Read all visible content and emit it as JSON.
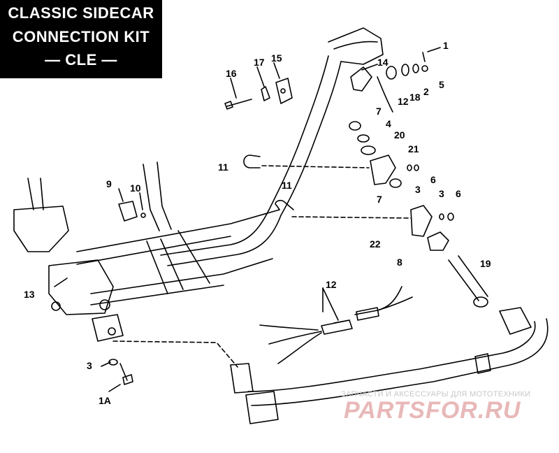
{
  "title": {
    "line1": "CLASSIC SIDECAR",
    "line2": "CONNECTION KIT",
    "line3": "— CLE —"
  },
  "callouts": {
    "c1": "1",
    "c5": "5",
    "c2": "2",
    "c18": "18",
    "c12a": "12",
    "c14": "14",
    "c15": "15",
    "c17": "17",
    "c16": "16",
    "c7a": "7",
    "c4": "4",
    "c20": "20",
    "c21": "21",
    "c6a": "6",
    "c3a": "3",
    "c7b": "7",
    "c11a": "11",
    "c11b": "11",
    "c9": "9",
    "c10": "10",
    "c3b": "3",
    "c6b": "6",
    "c22": "22",
    "c8": "8",
    "c19": "19",
    "c12b": "12",
    "c13": "13",
    "c3c": "3",
    "c1a": "1A"
  },
  "watermark": {
    "subtitle": "ЗАПЧАСТИ И АКСЕССУАРЫ ДЛЯ МОТОТЕХНИКИ",
    "logo": "PARTSFOR.RU"
  },
  "colors": {
    "line": "#000000",
    "title_bg": "#000000",
    "title_fg": "#ffffff",
    "watermark": "#e8b8b8"
  }
}
